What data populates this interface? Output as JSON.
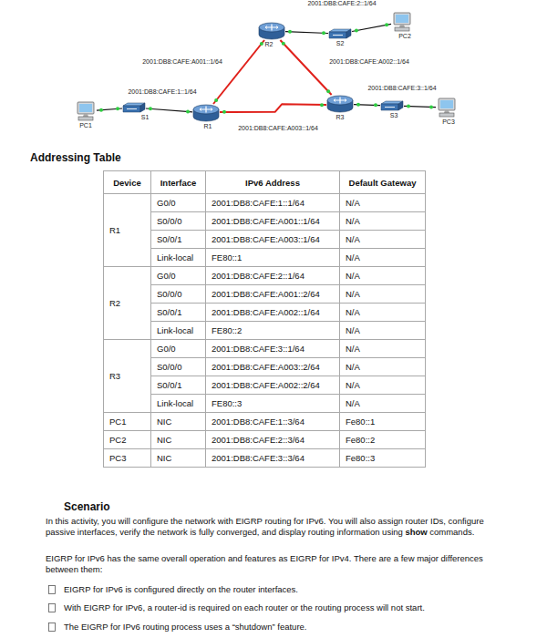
{
  "diagram": {
    "nodes": [
      {
        "text": [
          "R2"
        ]
      },
      {
        "text": [
          "S2"
        ]
      },
      {
        "text": [
          "PC2"
        ]
      },
      {
        "text": [
          "PC1"
        ]
      },
      {
        "text": [
          "S1"
        ]
      },
      {
        "text": [
          "R1"
        ]
      },
      {
        "text": [
          "R3"
        ]
      },
      {
        "text": [
          "S3"
        ]
      },
      {
        "text": [
          "PC3"
        ]
      }
    ],
    "edges": [
      {
        "from": 5,
        "to": 0,
        "arrow": "none",
        "label": "2001:DB8:CAFE:A001::1/64"
      },
      {
        "from": 0,
        "to": 6,
        "arrow": "none",
        "label": "2001:DB8:CAFE:A002::1/64"
      },
      {
        "from": 5,
        "to": 6,
        "arrow": "none",
        "label": "2001:DB8:CAFE:A003::1/64"
      },
      {
        "from": 3,
        "to": 4,
        "arrow": "none"
      },
      {
        "from": 4,
        "to": 5,
        "arrow": "none",
        "label": "2001:DB8:CAFE:1::1/64"
      },
      {
        "from": 0,
        "to": 1,
        "arrow": "none",
        "label": "2001:DB8:CAFE:2::1/64"
      },
      {
        "from": 1,
        "to": 2,
        "arrow": "none"
      },
      {
        "from": 6,
        "to": 7,
        "arrow": "none",
        "label": "2001:DB8:CAFE:3::1/64"
      },
      {
        "from": 7,
        "to": 8,
        "arrow": "none"
      }
    ],
    "labels": [
      "Addressing Table",
      "Device",
      "Interface",
      "IPv6 Address",
      "Default Gateway",
      "R1",
      "G0/0",
      "2001:DB8:CAFE:1::1/64",
      "N/A",
      "S0/0/0",
      "2001:DB8:CAFE:A001::1/64",
      "N/A",
      "S0/0/1",
      "2001:DB8:CAFE:A003::1/64",
      "N/A",
      "Link-local",
      "FE80::1",
      "N/A",
      "R2",
      "G0/0",
      "2001:DB8:CAFE:2::1/64",
      "N/A",
      "S0/0/0",
      "2001:DB8:CAFE:A001::2/64",
      "N/A",
      "S0/0/1",
      "2001:DB8:CAFE:A002::1/64",
      "N/A",
      "Link-local",
      "FE80::2",
      "N/A",
      "R3",
      "G0/0",
      "2001:DB8:CAFE:3::1/64",
      "N/A",
      "S0/0/0",
      "2001:DB8:CAFE:A003::2/64",
      "N/A",
      "S0/0/1",
      "2001:DB8:CAFE:A002::2/64",
      "N/A",
      "Link-local",
      "FE80::3",
      "N/A",
      "PC1",
      "NIC",
      "2001:DB8:CAFE:1::3/64",
      "Fe80::1",
      "PC2",
      "NIC",
      "2001:DB8:CAFE:2::3/64",
      "Fe80::2",
      "PC3",
      "NIC",
      "2001:DB8:CAFE:3::3/64",
      "Fe80::3",
      "Scenario",
      "In this activity, you will configure the network with EIGRP routing for IPv6. You will also assign router IDs, configure passive interfaces, verify the network is fully converged, and display routing information using",
      "show",
      "commands.",
      "EIGRP for IPv6 has the same overall operation and features as EIGRP for IPv4. There are a few major differences between them:",
      "EIGRP for IPv6 is configured directly on the router interfaces.",
      "With EIGRP for IPv6, a router-id is required on each router or the routing process will not start.",
      "The EIGRP for IPv6 routing process uses a “shutdown” feature."
    ]
  }
}
